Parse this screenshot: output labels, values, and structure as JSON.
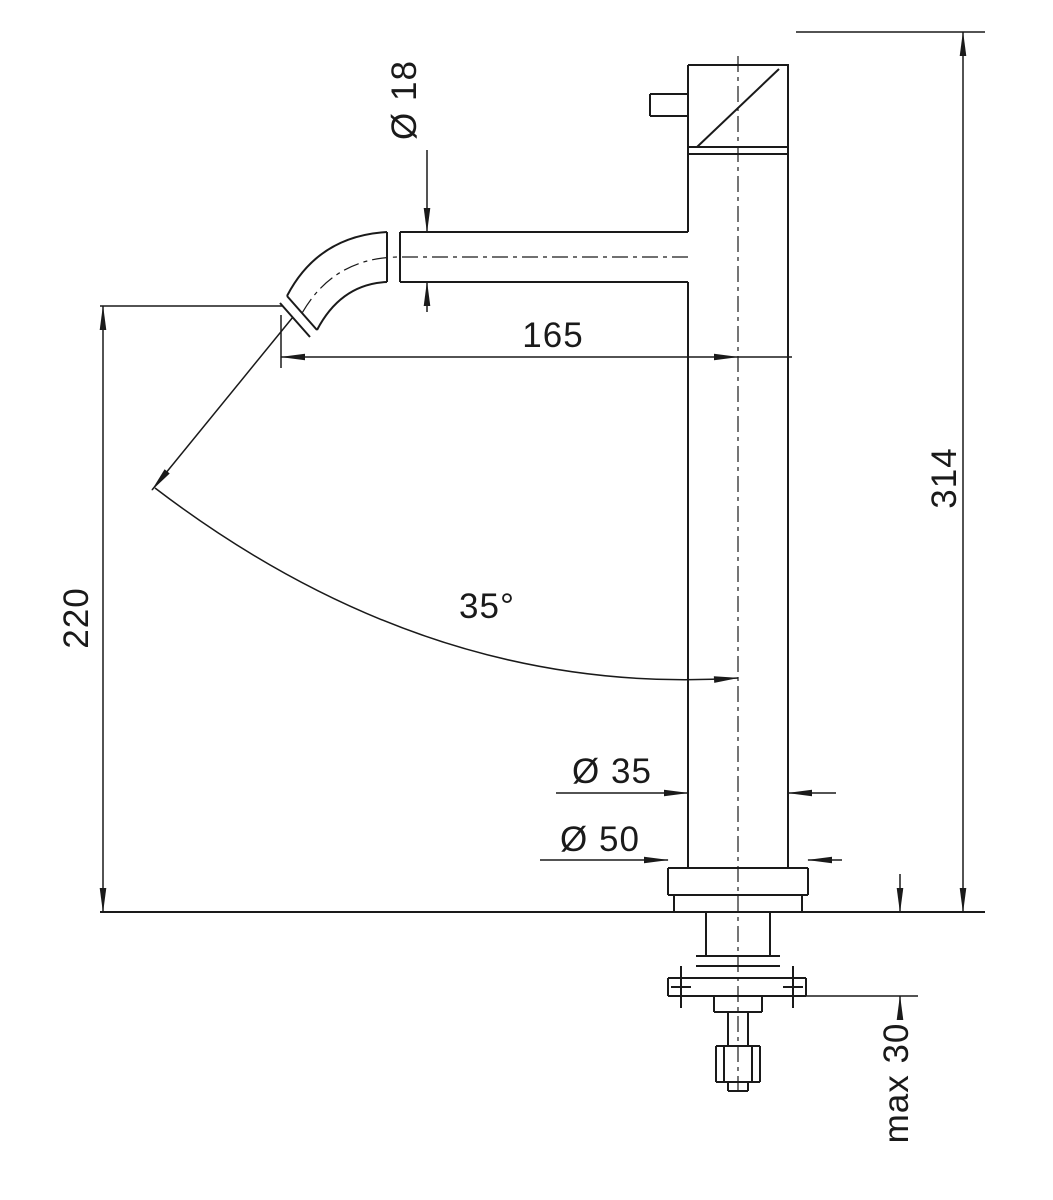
{
  "drawing": {
    "type": "technical-dimension-diagram",
    "subject": "tall single-lever basin mixer tap, side elevation",
    "colors": {
      "line": "#1a1a1a",
      "background": "#ffffff"
    },
    "labels": {
      "spout_diameter": "Ø 18",
      "spout_reach": "165",
      "overall_height": "314",
      "spout_outlet_height": "220",
      "spout_angle": "35°",
      "body_diameter": "Ø 35",
      "base_diameter": "Ø 50",
      "max_mounting_thickness": "max 30"
    }
  }
}
